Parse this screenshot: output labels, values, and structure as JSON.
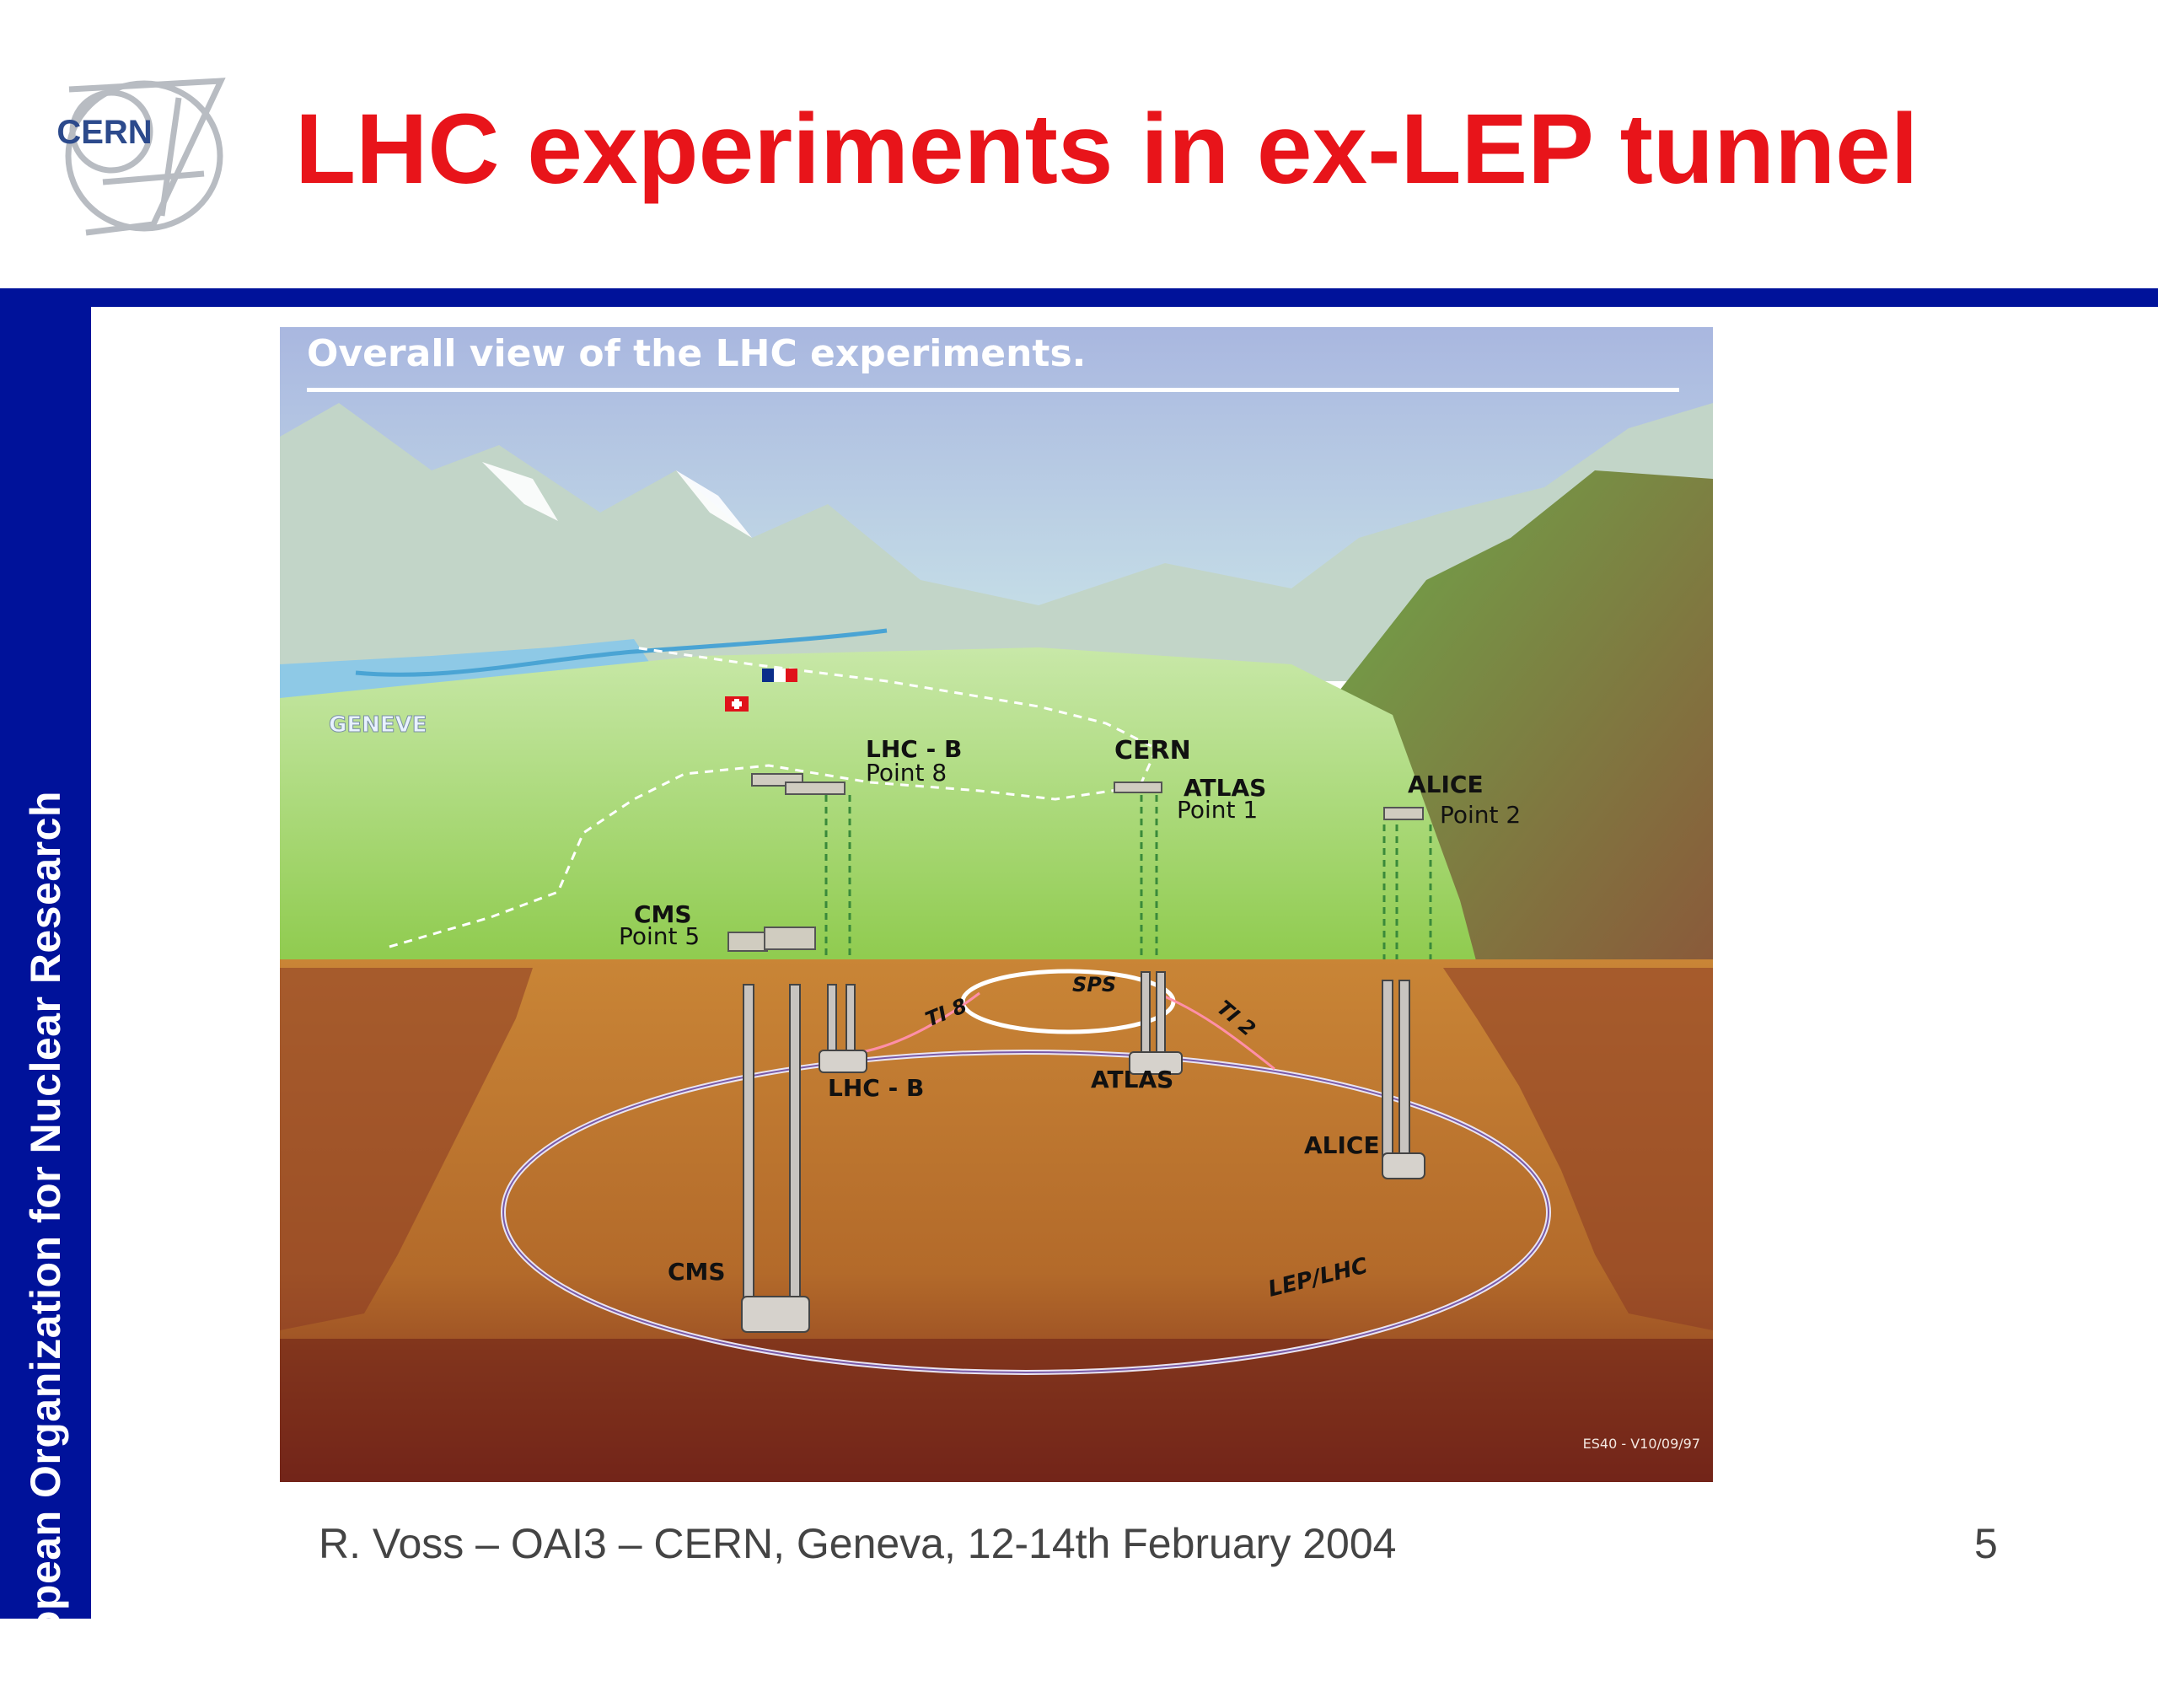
{
  "slide": {
    "title": "LHC experiments in ex-LEP tunnel",
    "sidebar_text": "European Organization for Nuclear Research",
    "footer": "R. Voss – OAI3 – CERN, Geneva, 12-14th February 2004",
    "page_number": "5"
  },
  "logo": {
    "text": "CERN"
  },
  "figure": {
    "heading": "Overall view of the LHC experiments.",
    "city_label": "GENEVE",
    "surface_sites": [
      {
        "name": "LHC - B",
        "point": "Point 8"
      },
      {
        "name": "CERN",
        "point": ""
      },
      {
        "name": "ATLAS",
        "point": "Point 1"
      },
      {
        "name": "ALICE",
        "point": "Point 2"
      },
      {
        "name": "CMS",
        "point": "Point 5"
      }
    ],
    "underground_labels": {
      "sps": "SPS",
      "ti8": "TI 8",
      "ti2": "TI 2",
      "lhcb": "LHC - B",
      "atlas": "ATLAS",
      "alice": "ALICE",
      "cms": "CMS",
      "ring": "LEP/LHC"
    },
    "code": "ES40 - V10/09/97"
  },
  "colors": {
    "title": "#e8141a",
    "rule": "#00129a",
    "sidebar": "#00129a",
    "footer_text": "#444444"
  }
}
